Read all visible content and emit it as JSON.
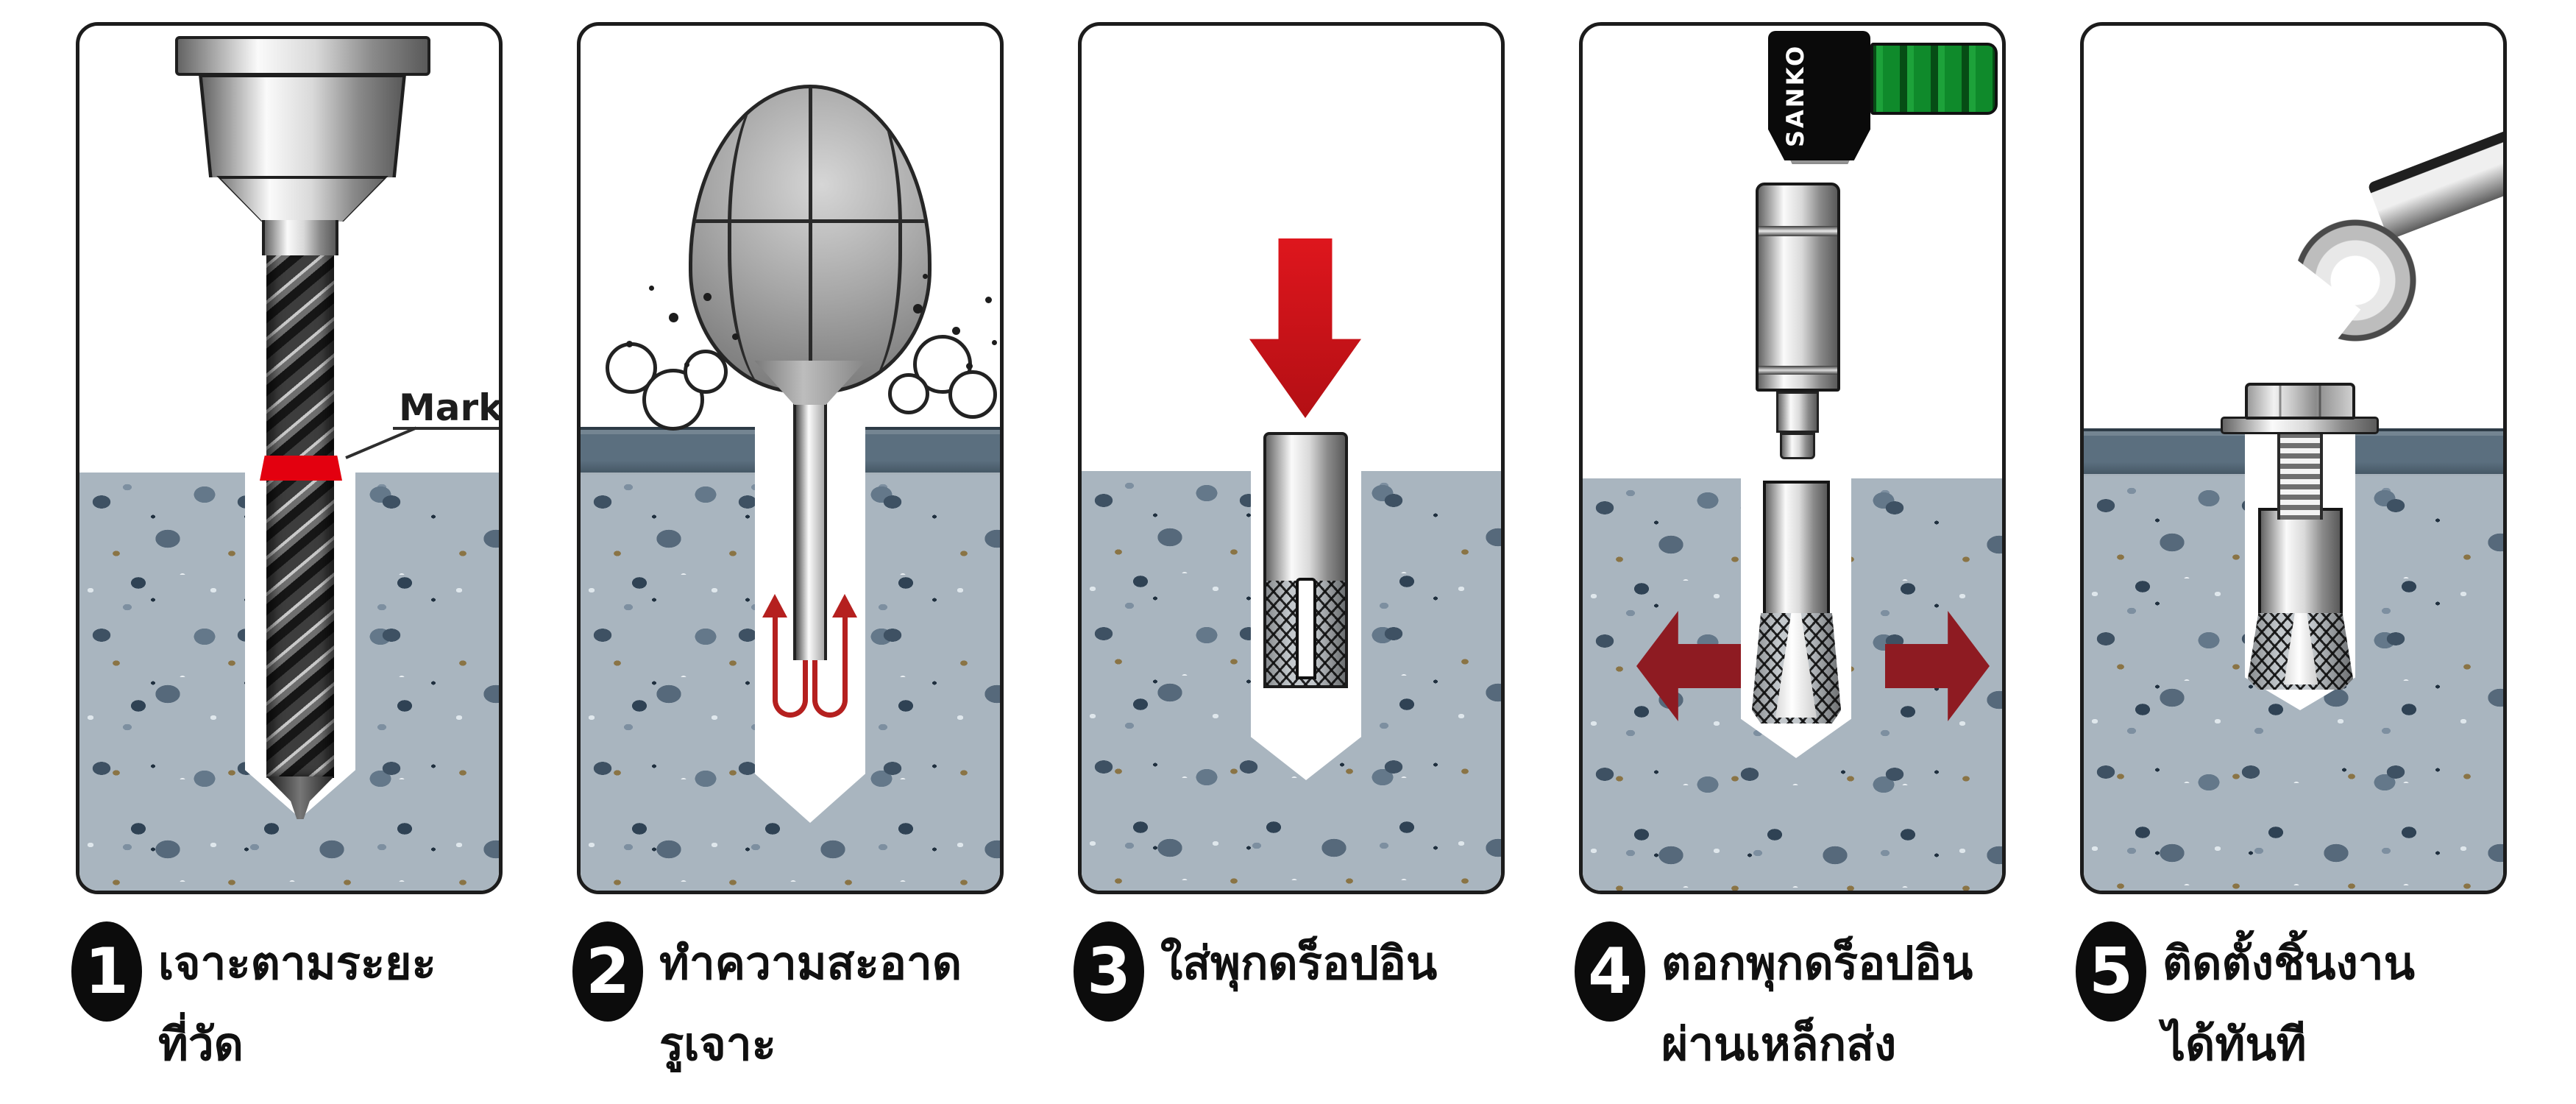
{
  "figure": {
    "type": "installation-steps",
    "subject": "drop-in anchor installation in concrete",
    "language": "th",
    "step_count": 5
  },
  "steps": [
    {
      "number": "1",
      "caption": "เจาะตามระยะ\nที่วัด",
      "illustration": "hammer-drill-bit-with-red-depth-mark"
    },
    {
      "number": "2",
      "caption": "ทำความสะอาด\nรูเจาะ",
      "illustration": "rubber-blower-cleaning-drilled-hole"
    },
    {
      "number": "3",
      "caption": "ใส่พุกดร็อปอิน",
      "illustration": "insert-drop-in-anchor-red-down-arrow"
    },
    {
      "number": "4",
      "caption": "ตอกพุกดร็อปอิน\nผ่านเหล็กส่ง",
      "illustration": "hammer-setting-tool-expanding-anchor"
    },
    {
      "number": "5",
      "caption": "ติดตั้งชิ้นงาน\nได้ทันที",
      "illustration": "wrench-bolt-fixture-installed"
    }
  ],
  "panel1": {
    "mark_label": "Mark"
  },
  "panel4": {
    "brand": "SANKO"
  },
  "colors": {
    "outline": "#1c1c1c",
    "mark_red": "#e3000f",
    "down_arrow_red": "#c3131b",
    "airflow_arrow_red": "#b5201f",
    "expansion_arrow_maroon": "#8e1b22",
    "handle_green": "#1da23a",
    "plate_slate": "#5b6f7f",
    "concrete_base": "#a9b5bf"
  }
}
